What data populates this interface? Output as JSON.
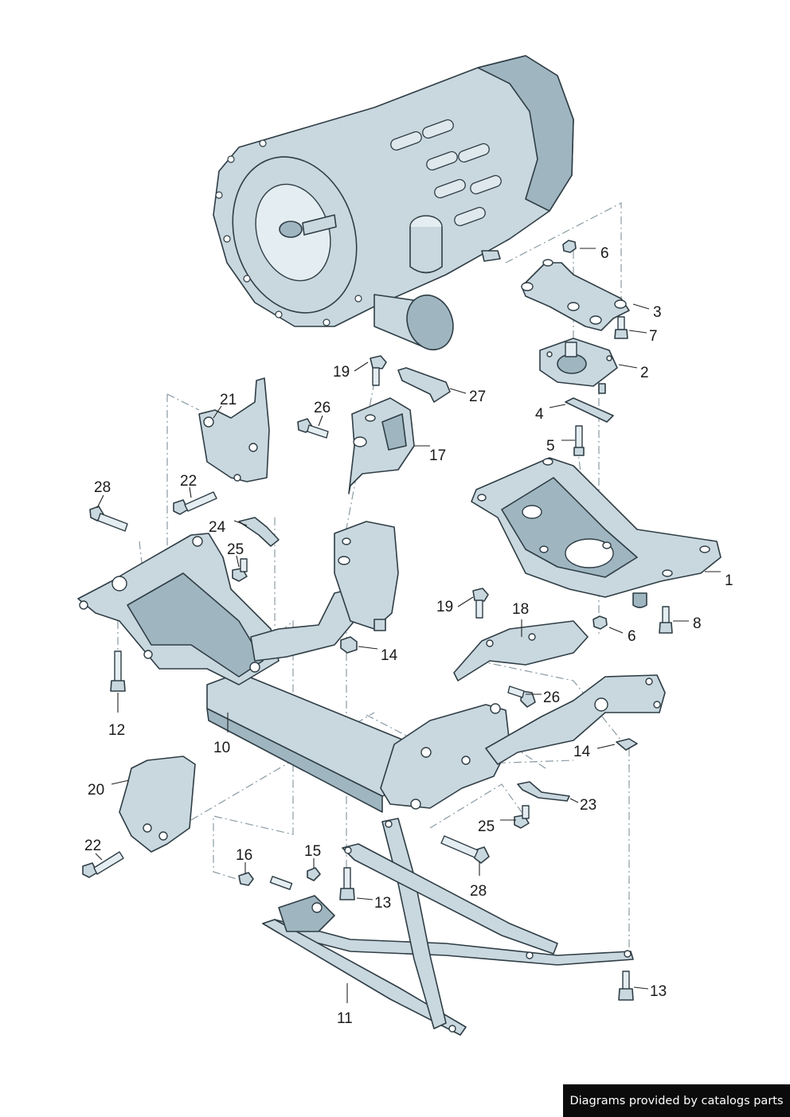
{
  "callouts": {
    "c1": "1",
    "c2": "2",
    "c3": "3",
    "c4": "4",
    "c5": "5",
    "c6a": "6",
    "c6b": "6",
    "c7": "7",
    "c8": "8",
    "c10": "10",
    "c11": "11",
    "c12": "12",
    "c13a": "13",
    "c13b": "13",
    "c14a": "14",
    "c14b": "14",
    "c15": "15",
    "c16": "16",
    "c17": "17",
    "c18": "18",
    "c19a": "19",
    "c19b": "19",
    "c20": "20",
    "c21": "21",
    "c22a": "22",
    "c22b": "22",
    "c23": "23",
    "c24": "24",
    "c25a": "25",
    "c25b": "25",
    "c26a": "26",
    "c26b": "26",
    "c27": "27",
    "c28a": "28",
    "c28b": "28"
  },
  "footer": {
    "text": "Diagrams provided by catalogs parts"
  }
}
